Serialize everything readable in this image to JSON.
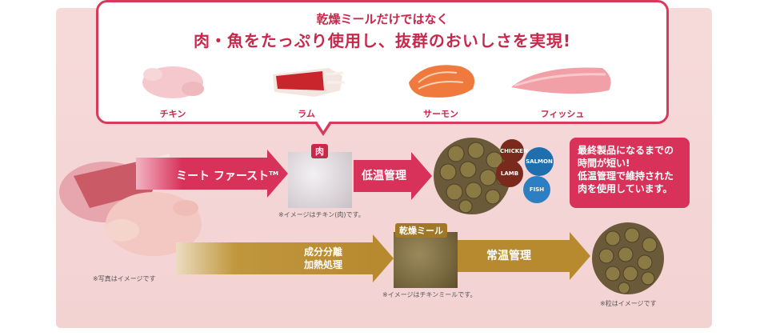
{
  "callout": {
    "subtitle": "乾燥ミールだけではなく",
    "headline": "肉・魚をたっぷり使用し、抜群のおいしさを実現!",
    "foods": [
      {
        "label": "チキン",
        "color": "#f4c6c9"
      },
      {
        "label": "ラム",
        "color": "#c8262c"
      },
      {
        "label": "サーモン",
        "color": "#f07a3e"
      },
      {
        "label": "フィッシュ",
        "color": "#f2a0a8"
      }
    ]
  },
  "process_top": {
    "arrow1_label": "ミート ファースト",
    "arrow1_tm": "TM",
    "image_tag": "肉",
    "image_note": "※イメージはチキン(肉)です。",
    "arrow2_label": "低温管理",
    "badges": [
      "CHICKEN",
      "LAMB",
      "SALMON",
      "FISH"
    ],
    "info_text": [
      "最終製品になるまでの",
      "時間が短い!",
      "低温管理で維持された",
      "肉を使用しています。"
    ]
  },
  "process_bottom": {
    "arrow1_label_line1": "成分分離",
    "arrow1_label_line2": "加熱処理",
    "image_tag": "乾燥ミール",
    "image_note": "※イメージはチキンミールです。",
    "arrow2_label": "常温管理",
    "kibble_note": "※粒はイメージです"
  },
  "photo_note": "※写真はイメージです",
  "colors": {
    "accent": "#d8325a",
    "gold": "#b88a30",
    "panel": "#f5d6d6"
  }
}
